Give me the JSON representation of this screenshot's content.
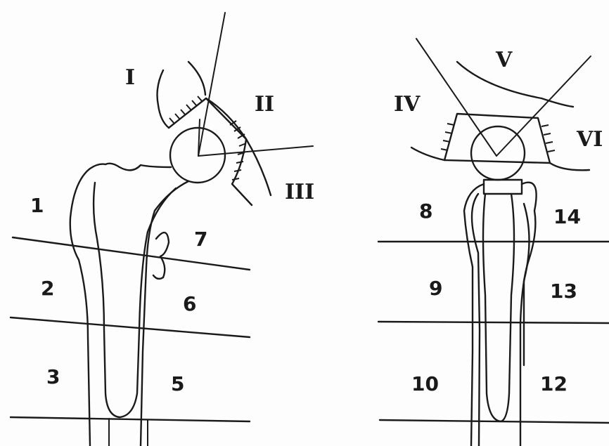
{
  "left_view": {
    "zone_labels": [
      "I",
      "II",
      "III"
    ],
    "region_labels": [
      "1",
      "2",
      "3",
      "5",
      "6",
      "7"
    ]
  },
  "right_view": {
    "zone_labels": [
      "IV",
      "V",
      "VI"
    ],
    "region_labels": [
      "8",
      "9",
      "10",
      "12",
      "13",
      "14"
    ]
  }
}
